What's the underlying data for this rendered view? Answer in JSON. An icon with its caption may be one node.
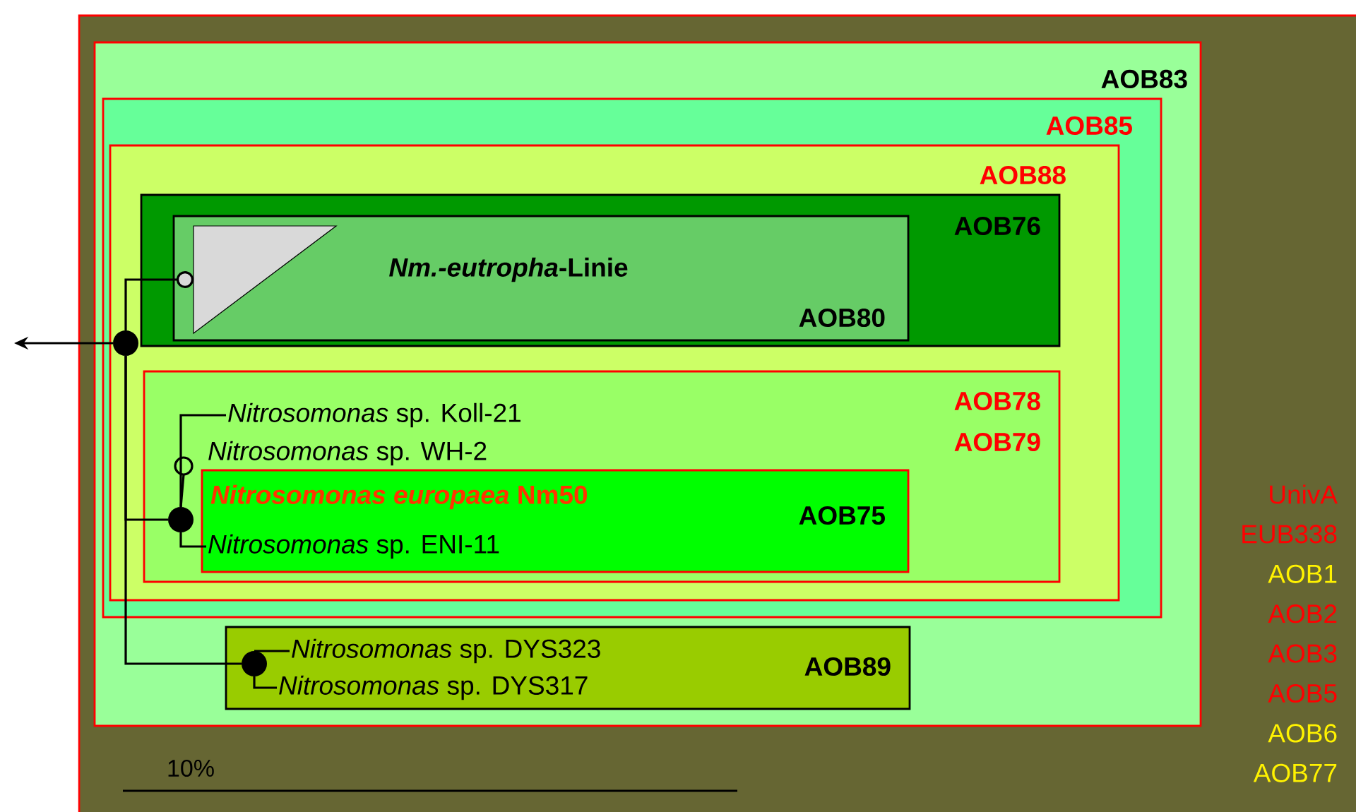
{
  "diagram": {
    "nodes": [
      {
        "text": [
          "UnivA",
          "EUB338",
          "AOB1",
          "AOB2",
          "AOB3",
          "AOB5",
          "AOB6",
          "AOB77"
        ]
      },
      {
        "text": [
          "AOB83"
        ],
        "in": 0
      },
      {
        "text": [
          "AOB85"
        ],
        "in": 1
      },
      {
        "text": [
          "AOB88"
        ],
        "in": 2
      },
      {
        "text": [
          "AOB76"
        ],
        "in": 3
      },
      {
        "text": [
          "*Nm.-eutropha*-Linie",
          "AOB80"
        ],
        "in": 4
      },
      {
        "text": [],
        "shape": "triangle",
        "in": 5
      },
      {
        "text": [],
        "shape": "circle",
        "in": 3
      },
      {
        "text": [
          "AOB78",
          "AOB79"
        ],
        "in": 3
      },
      {
        "text": [],
        "shape": "circle",
        "in": 8
      },
      {
        "text": [
          "*Nitrosomonas* sp. Koll-21"
        ],
        "in": 8
      },
      {
        "text": [],
        "shape": "circle",
        "in": 8
      },
      {
        "text": [
          "*Nitrosomonas* sp. WH-2"
        ],
        "in": 8
      },
      {
        "text": [
          "*Nitrosomonas europaea* Nm50",
          "AOB75"
        ],
        "in": 8
      },
      {
        "text": [
          "*Nitrosomonas* sp. ENI-11"
        ],
        "in": 13
      },
      {
        "text": [
          "AOB89"
        ],
        "in": 1
      },
      {
        "text": [],
        "shape": "circle",
        "in": 15
      },
      {
        "text": [
          "*Nitrosomonas* sp. DYS323"
        ],
        "in": 15
      },
      {
        "text": [
          "*Nitrosomonas* sp. DYS317"
        ],
        "in": 15
      }
    ],
    "edges": [
      {
        "from": 7,
        "to": null,
        "arrow": "to"
      },
      {
        "from": 7,
        "to": 6,
        "arrow": "other"
      },
      {
        "from": 7,
        "to": 11,
        "arrow": "none"
      },
      {
        "from": 7,
        "to": 16,
        "arrow": "none"
      },
      {
        "from": 11,
        "to": 10,
        "arrow": "none"
      },
      {
        "from": 11,
        "to": 9,
        "arrow": "none"
      },
      {
        "from": 11,
        "to": 14,
        "arrow": "none"
      },
      {
        "from": 16,
        "to": 17,
        "arrow": "none"
      },
      {
        "from": 16,
        "to": 18,
        "arrow": "none"
      }
    ],
    "labels": [
      "10%"
    ]
  }
}
